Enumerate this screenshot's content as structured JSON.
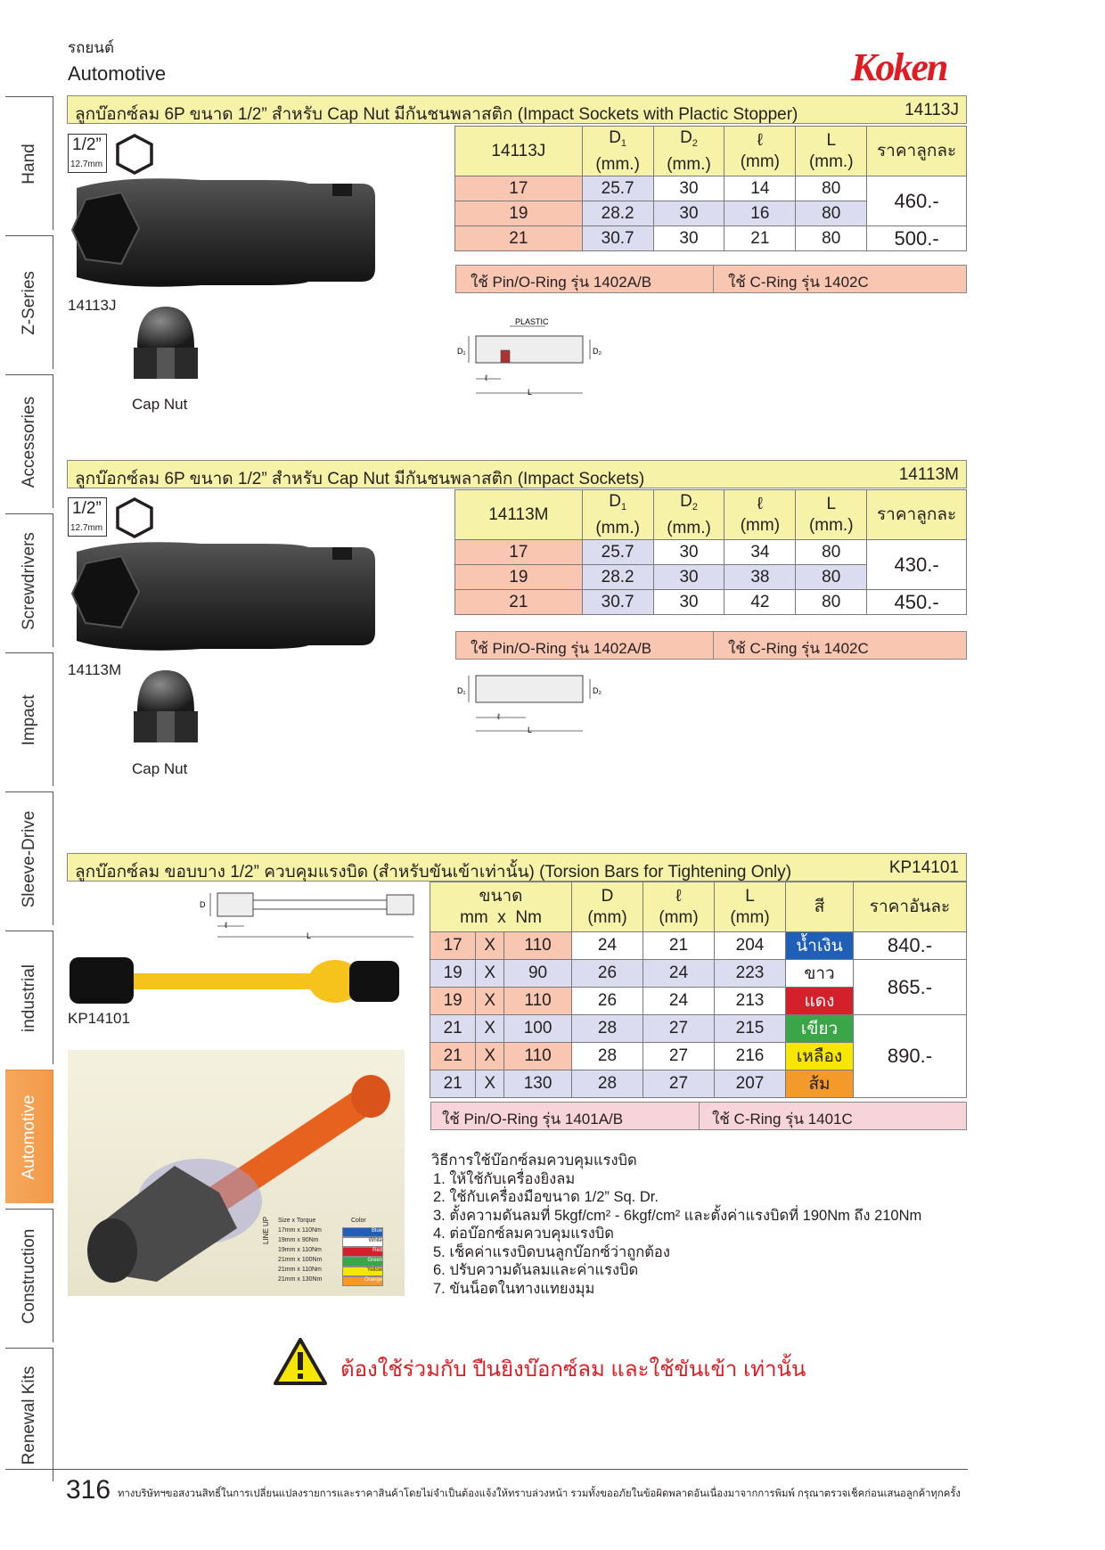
{
  "header": {
    "category_th": "รถยนต์",
    "category_en": "Automotive",
    "brand": "Koken"
  },
  "side_tabs": [
    "Hand",
    "Z-Series",
    "Accessories",
    "Screwdrivers",
    "Impact",
    "Sleeve-Drive",
    "industrial",
    "Automotive",
    "Construction",
    "Renewal Kits"
  ],
  "sections": [
    {
      "title": "ลูกบ๊อกซ์ลม 6P ขนาด 1/2” สำหรับ Cap Nut มีกันชนพลาสติก (Impact Sockets with Plactic Stopper)",
      "code": "14113J",
      "size": "1/2”",
      "size_mm": "12.7mm",
      "product_label": "14113J",
      "cap_label": "Cap Nut",
      "table": {
        "model": "14113J",
        "h_d1": "D",
        "h_d1_sub": "1",
        "h_d2": "D",
        "h_d2_sub": "2",
        "h_l_small": "ℓ",
        "h_L": "L",
        "u_mm1": "(mm.)",
        "u_mm2": "(mm.)",
        "u_mm3": "(mm)",
        "u_mm4": "(mm.)",
        "price_hdr": "ราคาลูกละ",
        "rows": [
          [
            "17",
            "25.7",
            "30",
            "14",
            "80"
          ],
          [
            "19",
            "28.2",
            "30",
            "16",
            "80"
          ],
          [
            "21",
            "30.7",
            "30",
            "21",
            "80"
          ]
        ],
        "prices": [
          "460.-",
          "500.-"
        ]
      },
      "rings": {
        "pin": "ใช้ Pin/O-Ring รุ่น 1402A/B",
        "cring": "ใช้ C-Ring รุ่น 1402C"
      },
      "diagram": {
        "plastic": "PLASTIC",
        "d1": "D₁",
        "d2": "D₂",
        "l": "ℓ",
        "L": "L"
      }
    },
    {
      "title": "ลูกบ๊อกซ์ลม 6P ขนาด 1/2” สำหรับ Cap Nut มีกันชนพลาสติก (Impact Sockets)",
      "code": "14113M",
      "size": "1/2”",
      "size_mm": "12.7mm",
      "product_label": "14113M",
      "cap_label": "Cap Nut",
      "table": {
        "model": "14113M",
        "h_d1": "D",
        "h_d1_sub": "1",
        "h_d2": "D",
        "h_d2_sub": "2",
        "h_l_small": "ℓ",
        "h_L": "L",
        "u_mm1": "(mm.)",
        "u_mm2": "(mm.)",
        "u_mm3": "(mm)",
        "u_mm4": "(mm.)",
        "price_hdr": "ราคาลูกละ",
        "rows": [
          [
            "17",
            "25.7",
            "30",
            "34",
            "80"
          ],
          [
            "19",
            "28.2",
            "30",
            "38",
            "80"
          ],
          [
            "21",
            "30.7",
            "30",
            "42",
            "80"
          ]
        ],
        "prices": [
          "430.-",
          "450.-"
        ]
      },
      "rings": {
        "pin": "ใช้ Pin/O-Ring รุ่น 1402A/B",
        "cring": "ใช้ C-Ring รุ่น 1402C"
      },
      "diagram": {
        "d1": "D₁",
        "d2": "D₂",
        "l": "ℓ",
        "L": "L"
      }
    },
    {
      "title": "ลูกบ๊อกซ์ลม ขอบบาง 1/2” ควบคุมแรงบิด (สำหรับขันเข้าเท่านั้น) (Torsion Bars for Tightening Only)",
      "code": "KP14101",
      "product_label": "KP14101",
      "table": {
        "h_size": "ขนาด",
        "h_mm": "mm",
        "h_x": "x",
        "h_nm": "Nm",
        "h_D": "D",
        "h_l": "ℓ",
        "h_L": "L",
        "u1": "(mm)",
        "u2": "(mm)",
        "u3": "(mm)",
        "h_color": "สี",
        "price_hdr": "ราคาอันละ",
        "rows": [
          {
            "mm": "17",
            "x": "X",
            "nm": "110",
            "D": "24",
            "l": "21",
            "L": "204",
            "color": "น้ำเงิน",
            "bg": "#1f5fb8",
            "fg": "#ffffff"
          },
          {
            "mm": "19",
            "x": "X",
            "nm": "90",
            "D": "26",
            "l": "24",
            "L": "223",
            "color": "ขาว",
            "bg": "#ffffff",
            "fg": "#231f20"
          },
          {
            "mm": "19",
            "x": "X",
            "nm": "110",
            "D": "26",
            "l": "24",
            "L": "213",
            "color": "แดง",
            "bg": "#d4202a",
            "fg": "#ffffff"
          },
          {
            "mm": "21",
            "x": "X",
            "nm": "100",
            "D": "28",
            "l": "27",
            "L": "215",
            "color": "เขียว",
            "bg": "#3aa648",
            "fg": "#ffffff"
          },
          {
            "mm": "21",
            "x": "X",
            "nm": "110",
            "D": "28",
            "l": "27",
            "L": "216",
            "color": "เหลือง",
            "bg": "#f6e600",
            "fg": "#231f20"
          },
          {
            "mm": "21",
            "x": "X",
            "nm": "130",
            "D": "28",
            "l": "27",
            "L": "207",
            "color": "ส้ม",
            "bg": "#f39a2b",
            "fg": "#231f20"
          }
        ],
        "prices": [
          "840.-",
          "865.-",
          "890.-"
        ]
      },
      "rings": {
        "pin": "ใช้ Pin/O-Ring รุ่น 1401A/B",
        "cring": "ใช้ C-Ring รุ่น 1401C"
      },
      "diagram": {
        "d": "D",
        "l": "ℓ",
        "L": "L"
      },
      "lineup": {
        "head_size": "Size x Torque",
        "head_color": "Color",
        "side": "LINE UP",
        "items": [
          {
            "text": "17mm x 110Nm",
            "color": "Blue",
            "hex": "#1f5fb8"
          },
          {
            "text": "19mm x 90Nm",
            "color": "White",
            "hex": "#ffffff"
          },
          {
            "text": "19mm x 110Nm",
            "color": "Red",
            "hex": "#d4202a"
          },
          {
            "text": "21mm x 100Nm",
            "color": "Green",
            "hex": "#3aa648"
          },
          {
            "text": "21mm x 110Nm",
            "color": "Yellow",
            "hex": "#f6e600"
          },
          {
            "text": "21mm x 130Nm",
            "color": "Orange",
            "hex": "#f39a2b"
          }
        ]
      }
    }
  ],
  "usage": {
    "title": "วิธีการใช้บ๊อกซ์ลมควบคุมแรงบิด",
    "steps": [
      "1. ให้ใช้กับเครื่องยิงลม",
      "2. ใช้กับเครื่องมือขนาด 1/2” Sq. Dr.",
      "3. ตั้งความดันลมที่ 5kgf/cm² - 6kgf/cm² และตั้งค่าแรงบิดที่ 190Nm ถึง 210Nm",
      "4. ต่อบ๊อกซ์ลมควบคุมแรงบิด",
      "5. เช็คค่าแรงบิดบนลูกบ๊อกซ์ว่าถูกต้อง",
      "6. ปรับความดันลมและค่าแรงบิด",
      "7. ขันน็อตในทางแทยงมุม"
    ]
  },
  "warning": "ต้องใช้ร่วมกับ ปืนยิงบ๊อกซ์ลม และใช้ขันเข้า เท่านั้น",
  "footer": {
    "page": "316",
    "disclaimer": "ทางบริษัทฯขอสงวนสิทธิ์ในการเปลี่ยนแปลงรายการและราคาสินค้าโดยไม่จำเป็นต้องแจ้งให้ทราบล่วงหน้า รวมทั้งขออภัยในข้อผิดพลาดอันเนื่องมาจากการพิมพ์ กรุณาตรวจเช็คก่อนเสนอลูกค้าทุกครั้ง"
  }
}
